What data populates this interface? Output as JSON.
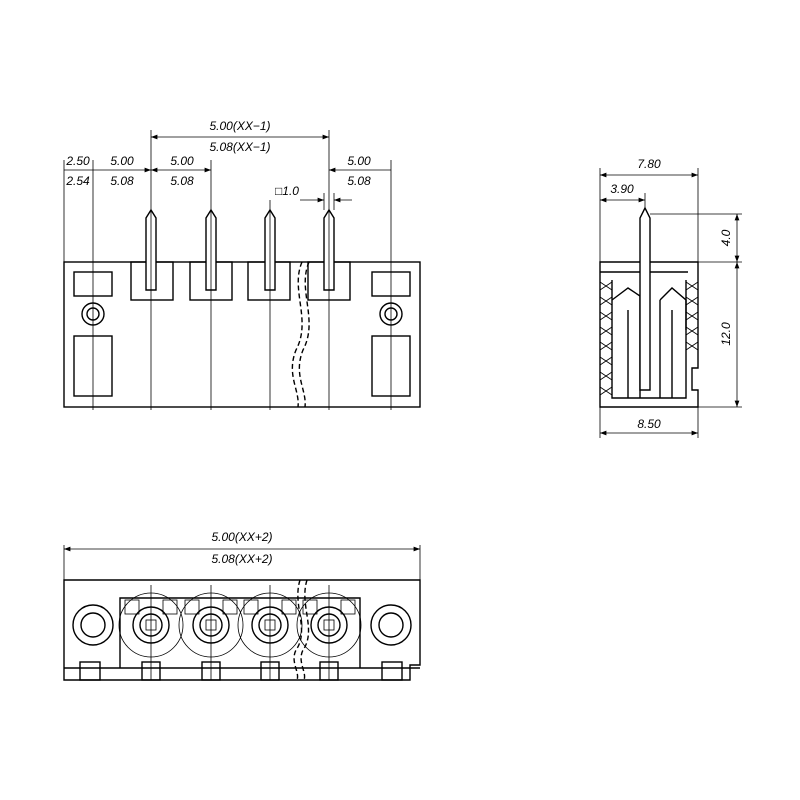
{
  "front_view": {
    "pitch_total_500": "5.00(XX−1)",
    "pitch_total_508": "5.08(XX−1)",
    "edge_250": "2.50",
    "edge_254": "2.54",
    "pitch_a_500": "5.00",
    "pitch_a_508": "5.08",
    "pitch_b_500": "5.00",
    "pitch_b_508": "5.08",
    "pitch_c_500": "5.00",
    "pitch_c_508": "5.08",
    "pin_square": "□1.0"
  },
  "side_view": {
    "width_top": "7.80",
    "offset": "3.90",
    "pin_height": "4.0",
    "body_height": "12.0",
    "width_bottom": "8.50"
  },
  "bottom_view": {
    "total_500": "5.00(XX+2)",
    "total_508": "5.08(XX+2)"
  }
}
